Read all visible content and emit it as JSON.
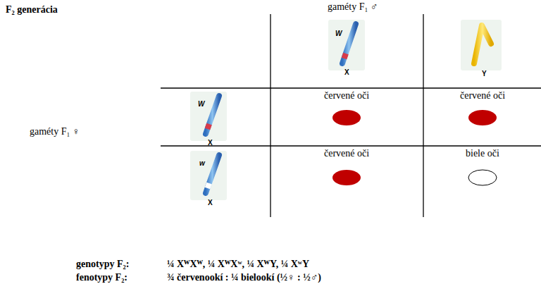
{
  "diagram": {
    "title": "F₂ generácia",
    "labels": [
      "gaméty F₁ ♂",
      "W",
      "X",
      "Y",
      "gaméty F₁ ♀",
      "W",
      "X",
      "červené oči",
      "červené oči",
      "w",
      "X",
      "červené oči",
      "biele oči",
      "genotypy F₂:",
      "¼ XᵂXᵂ, ¼ XᵂXʷ, ¼ XᵂY, ¼ XʷY",
      "fenotypy F₂:",
      "¾ červenookí : ¼ bielookí (½♀ : ½♂)"
    ]
  }
}
